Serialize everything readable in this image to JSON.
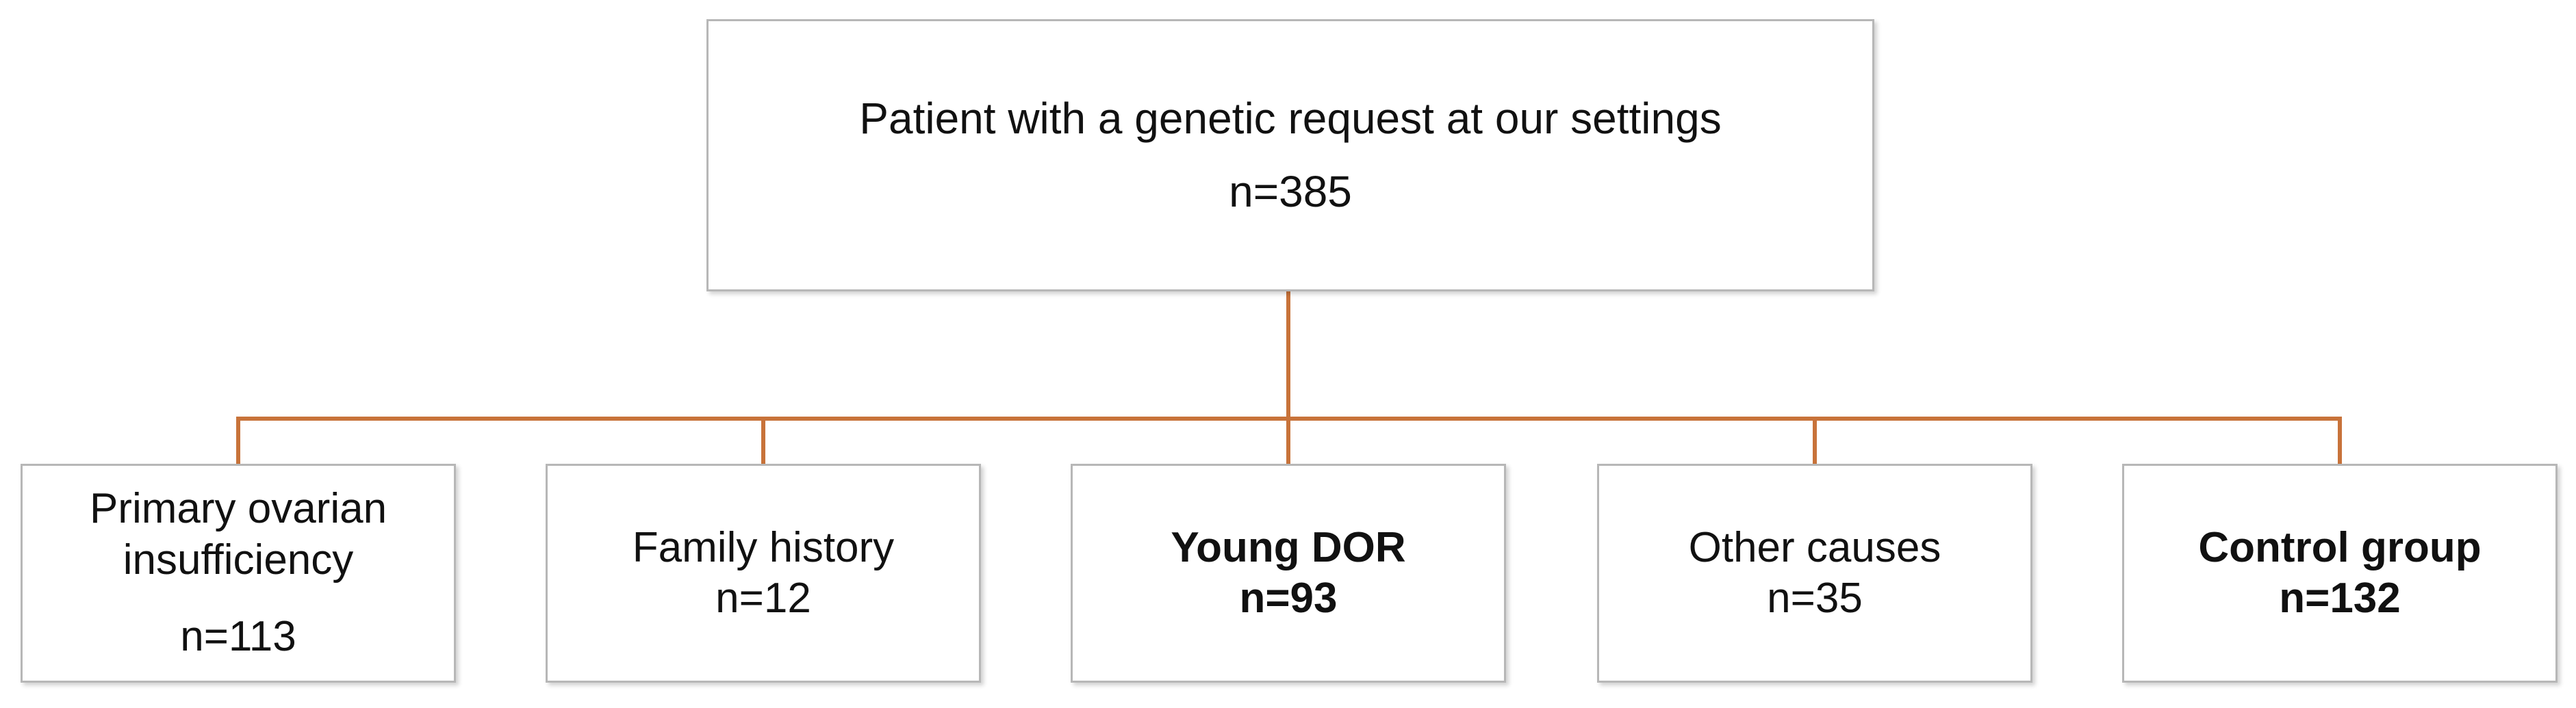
{
  "root": {
    "title": "Patient with a genetic request at our settings",
    "count": "n=385"
  },
  "connector_color": "#c8733a",
  "children": [
    {
      "label": "Primary ovarian insufficiency",
      "count": "n=113",
      "bold": false
    },
    {
      "label": "Family history",
      "count": "n=12",
      "bold": false
    },
    {
      "label": "Young DOR",
      "count": "n=93",
      "bold": true
    },
    {
      "label": "Other causes",
      "count": "n=35",
      "bold": false
    },
    {
      "label": "Control group",
      "count": "n=132",
      "bold": true
    }
  ]
}
